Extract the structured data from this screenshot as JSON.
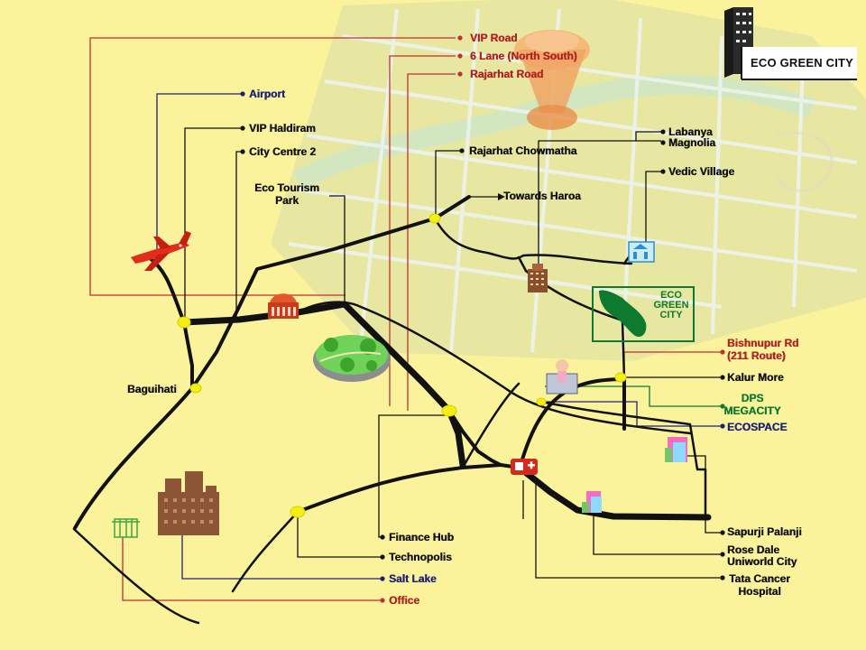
{
  "brand": {
    "title": "ECO GREEN CITY"
  },
  "colors": {
    "background": "#fbf29c",
    "road": "#111111",
    "junction": "#f4ee13",
    "label_black": "#111111",
    "label_red": "#b32020",
    "label_navy": "#1f1f78",
    "label_green": "#0d7a30"
  },
  "labels": {
    "vip_road": "VIP Road",
    "six_lane": "6 Lane (North South)",
    "rajarhat_road": "Rajarhat Road",
    "airport": "Airport",
    "vip_haldiram": "VIP Haldiram",
    "city_centre_2": "City Centre 2",
    "eco_tourism_park_line1": "Eco Tourism",
    "eco_tourism_park_line2": "Park",
    "rajarhat_chowmatha": "Rajarhat Chowmatha",
    "towards_haroa": "Towards Haroa",
    "labanya": "Labanya",
    "magnolia": "Magnolia",
    "vedic_village": "Vedic Village",
    "bishnupur_line1": "Bishnupur Rd",
    "bishnupur_line2": "(211 Route)",
    "kalur_more": "Kalur More",
    "dps_line1": "DPS",
    "dps_line2": "MEGACITY",
    "ecospace": "ECOSPACE",
    "baguihati": "Baguihati",
    "sapurji_palanji": "Sapurji Palanji",
    "rose_dale_line1": "Rose Dale",
    "rose_dale_line2": "Uniworld City",
    "tata_line1": "Tata Cancer",
    "tata_line2": "Hospital",
    "finance_hub": "Finance Hub",
    "technopolis": "Technopolis",
    "salt_lake": "Salt Lake",
    "office": "Office"
  },
  "eco_green_city_marker": {
    "line1": "ECO",
    "line2": "GREEN",
    "line3": "CITY"
  },
  "icons": [
    "airplane-icon",
    "shopping-mall-icon",
    "eco-park-icon",
    "high-rise-icon",
    "resort-icon",
    "school-icon",
    "hospital-icon",
    "apartment-icon",
    "office-building-icon",
    "salt-lake-city-icon",
    "office-location-icon",
    "map-pin-icon"
  ]
}
